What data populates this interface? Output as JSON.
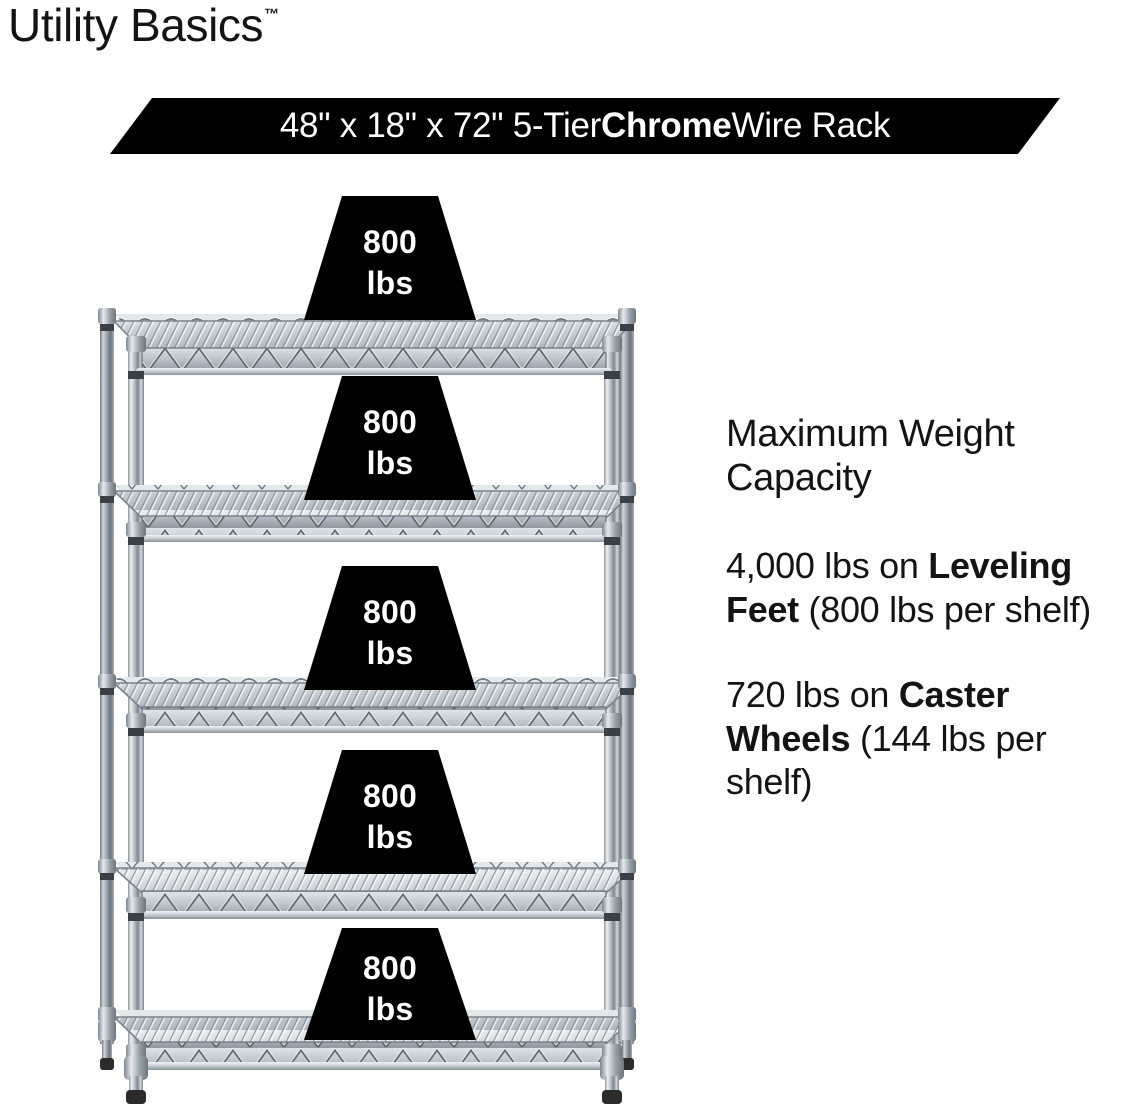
{
  "brand": {
    "name": "Utility Basics",
    "trademark": "™"
  },
  "banner": {
    "text_before": "48\" x 18\" x 72\" 5-Tier ",
    "text_bold": "Chrome",
    "text_after": " Wire Rack",
    "background_color": "#000000",
    "text_color": "#ffffff"
  },
  "info": {
    "heading": "Maximum Weight Capacity",
    "paragraphs": [
      {
        "lead": "4,000 lbs on ",
        "emphasis": "Leveling Feet",
        "tail": " (800 lbs per shelf)"
      },
      {
        "lead": "720 lbs on ",
        "emphasis": "Caster Wheels",
        "tail": " (144 lbs per shelf)"
      }
    ]
  },
  "rack": {
    "tier_count": 5,
    "shelf_capacity_value": "800",
    "shelf_capacity_unit": "lbs",
    "badges": [
      {
        "value": "800",
        "unit": "lbs"
      },
      {
        "value": "800",
        "unit": "lbs"
      },
      {
        "value": "800",
        "unit": "lbs"
      },
      {
        "value": "800",
        "unit": "lbs"
      },
      {
        "value": "800",
        "unit": "lbs"
      }
    ],
    "badge_color": "#000000",
    "badge_text_color": "#ffffff",
    "chrome_color": "#c8cdd2",
    "foot_color": "#2b2b2b"
  }
}
